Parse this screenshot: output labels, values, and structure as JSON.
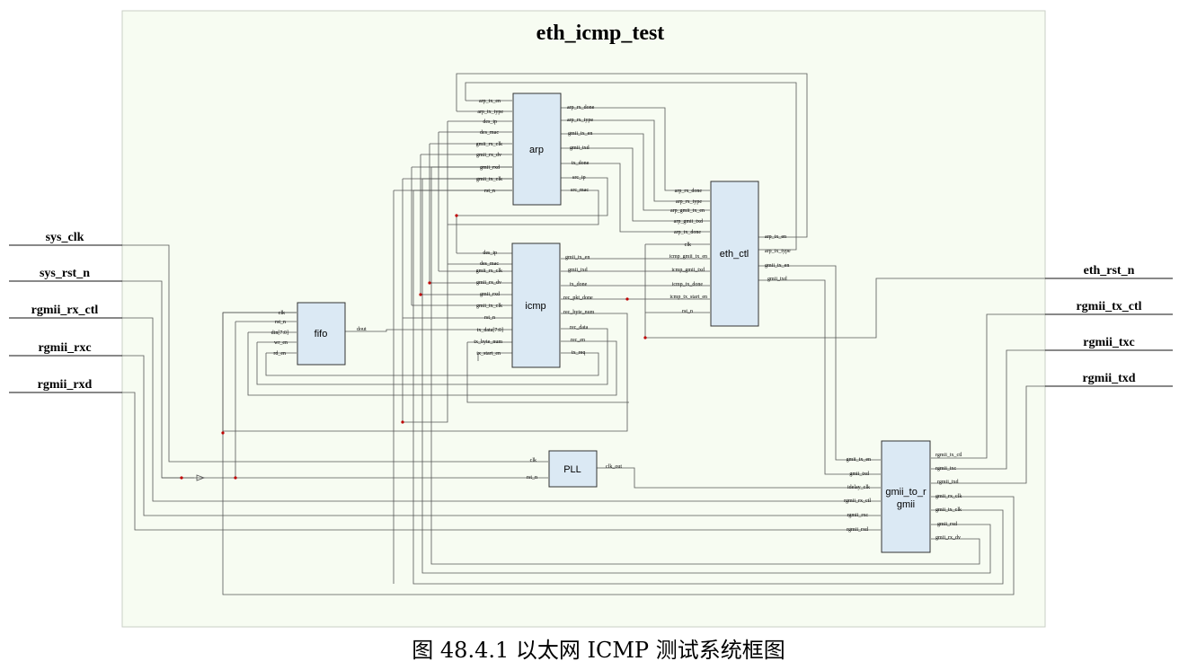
{
  "title": "eth_icmp_test",
  "caption": "图 48.4.1 以太网 ICMP 测试系统框图",
  "inputs": [
    "sys_clk",
    "sys_rst_n",
    "rgmii_rx_ctl",
    "rgmii_rxc",
    "rgmii_rxd"
  ],
  "outputs": [
    "eth_rst_n",
    "rgmii_tx_ctl",
    "rgmii_txc",
    "rgmii_txd"
  ],
  "blocks": {
    "arp": {
      "name": "arp",
      "in": [
        "arp_tx_en",
        "arp_tx_type",
        "des_ip",
        "des_mac",
        "gmii_rx_clk",
        "gmii_rx_dv",
        "gmii_rxd",
        "gmii_tx_clk",
        "rst_n"
      ],
      "out": [
        "arp_rx_done",
        "arp_rx_type",
        "gmii_tx_en",
        "gmii_txd",
        "tx_done",
        "src_ip",
        "src_mac"
      ]
    },
    "icmp": {
      "name": "icmp",
      "in": [
        "des_ip",
        "des_mac",
        "gmii_rx_clk",
        "gmii_rx_dv",
        "gmii_rxd",
        "gmii_tx_clk",
        "rst_n",
        "tx_data[7:0]",
        "tx_byte_num",
        "tx_start_en"
      ],
      "out": [
        "gmii_tx_en",
        "gmii_txd",
        "tx_done",
        "rec_pkt_done",
        "rec_byte_num",
        "rec_data",
        "rec_en",
        "tx_req"
      ]
    },
    "eth_ctl": {
      "name": "eth_ctl",
      "in": [
        "arp_rx_done",
        "arp_rx_type",
        "arp_gmii_tx_en",
        "arp_gmii_txd",
        "arp_tx_done",
        "clk",
        "icmp_gmii_tx_en",
        "icmp_gmii_txd",
        "icmp_tx_done",
        "icmp_tx_start_en",
        "rst_n"
      ],
      "out": [
        "arp_tx_en",
        "arp_tx_type",
        "gmii_tx_en",
        "gmii_txd"
      ]
    },
    "fifo": {
      "name": "fifo",
      "in": [
        "clk",
        "rst_n",
        "din[7:0]",
        "wr_en",
        "rd_en"
      ],
      "out": [
        "dout"
      ]
    },
    "pll": {
      "name": "PLL",
      "in": [
        "clk",
        "rst_n"
      ],
      "out": [
        "clk_out"
      ]
    },
    "gmii": {
      "name": "gmii_to_r",
      "name2": "gmii",
      "in": [
        "gmii_tx_en",
        "gmii_txd",
        "idelay_clk",
        "rgmii_rx_ctl",
        "rgmii_rxc",
        "rgmii_rxd"
      ],
      "out": [
        "rgmii_tx_ctl",
        "rgmii_txc",
        "rgmii_txd",
        "gmii_rx_clk",
        "gmii_tx_clk",
        "gmii_rxd",
        "gmii_rx_dv"
      ]
    }
  }
}
